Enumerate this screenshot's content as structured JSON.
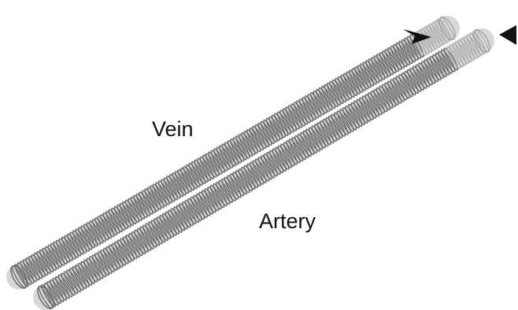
{
  "labels": {
    "vein": "Vein",
    "artery": "Artery"
  },
  "tubes": [
    {
      "name": "vein",
      "coil_turns": 155
    },
    {
      "name": "artery",
      "coil_turns": 155
    }
  ],
  "arrowheads": [
    "vein-end-arrowhead",
    "artery-end-arrowhead"
  ],
  "colors": {
    "background": "#ffffff",
    "coil": "#6f6f6f",
    "coil_light": "#a8a8a8",
    "arrowhead": "#111111",
    "text": "#111111"
  }
}
